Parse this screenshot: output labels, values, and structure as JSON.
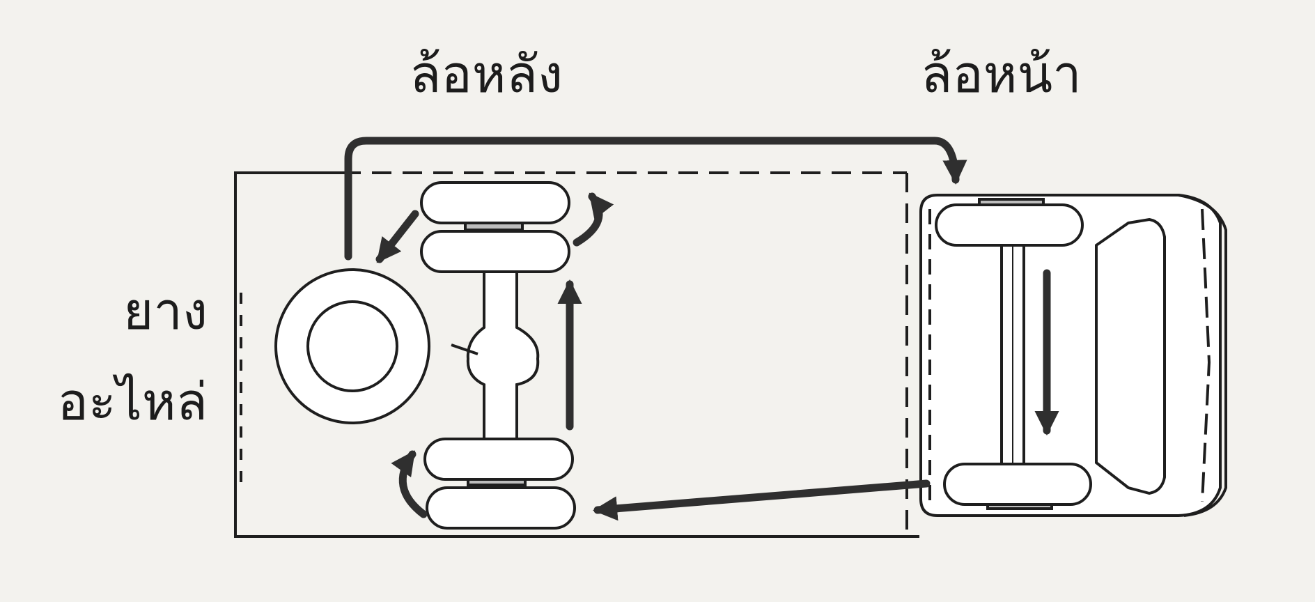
{
  "labels": {
    "rear_wheels": "ล้อหลัง",
    "front_wheels": "ล้อหน้า",
    "spare_tire_line1": "ยาง",
    "spare_tire_line2": "อะไหล่"
  },
  "colors": {
    "line": "#1e1e1e",
    "arrow": "#2f2f2f",
    "tire_fill": "#ffffff",
    "hub": "#bdbdbd",
    "background": "#f3f2ee"
  }
}
